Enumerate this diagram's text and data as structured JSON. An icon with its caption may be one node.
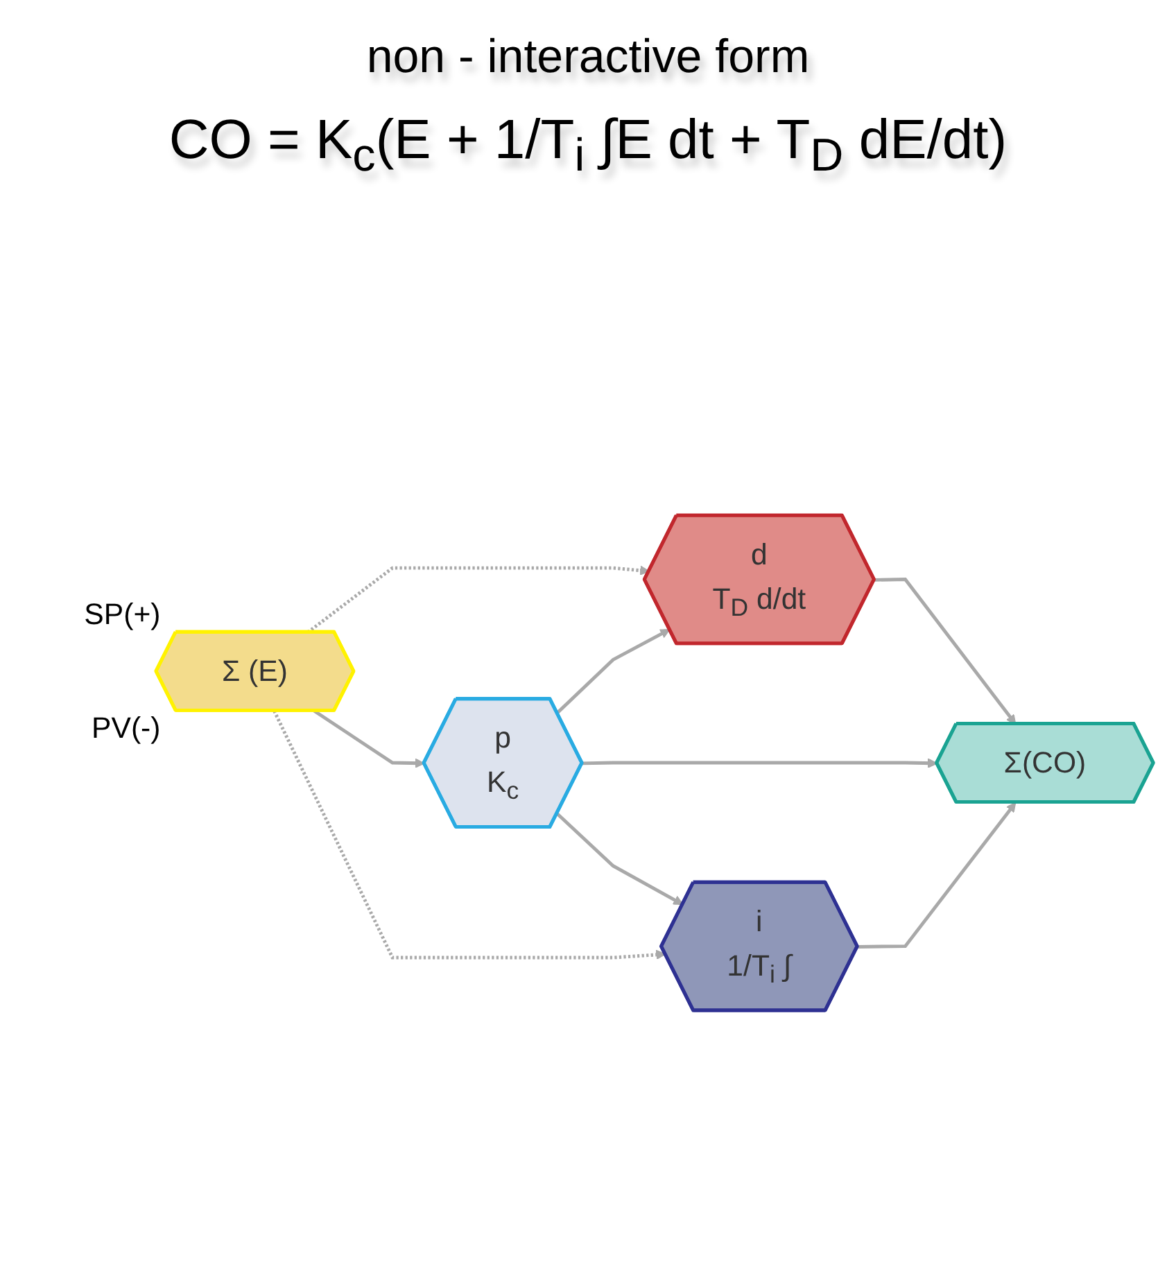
{
  "diagram": {
    "title": "non - interactive form",
    "nodes": [
      {
        "text": [
          "Σ (E)"
        ],
        "beside": [
          "SP(+)",
          "PV(-)"
        ]
      },
      {
        "text": [
          "d",
          "T$_{D}$ d/dt"
        ]
      },
      {
        "text": [
          "p",
          "K$_{c}$"
        ]
      },
      {
        "text": [
          "i",
          "1/T$_{i}$ ∫"
        ]
      },
      {
        "text": [
          "Σ(CO)"
        ]
      }
    ],
    "edges": [
      {
        "from": 0,
        "to": 1,
        "arrow": "to",
        "style": "dashed"
      },
      {
        "from": 0,
        "to": 2,
        "arrow": "to"
      },
      {
        "from": 0,
        "to": 3,
        "arrow": "to",
        "style": "dashed"
      },
      {
        "from": 2,
        "to": 1,
        "arrow": "to"
      },
      {
        "from": 2,
        "to": 4,
        "arrow": "to"
      },
      {
        "from": 2,
        "to": 3,
        "arrow": "to"
      },
      {
        "from": 1,
        "to": 4,
        "arrow": "to"
      },
      {
        "from": 3,
        "to": 4,
        "arrow": "to"
      }
    ],
    "labels": [
      "CO = K$_{c}$(E + 1/T$_{i}$ ∫E dt + T$_{D}$ dE/dt)"
    ]
  }
}
